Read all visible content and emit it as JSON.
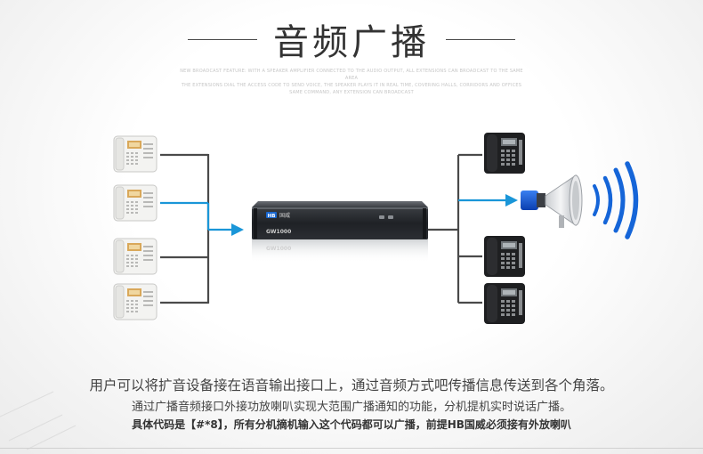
{
  "title": "音频广播",
  "subtitle_lines": [
    "NEW BROADCAST FEATURE: WITH A SPEAKER AMPLIFIER CONNECTED TO THE AUDIO OUTPUT, ALL EXTENSIONS CAN BROADCAST TO THE SAME AREA",
    "THE EXTENSIONS DIAL THE ACCESS CODE TO SEND VOICE, THE SPEAKER PLAYS IT IN REAL TIME, COVERING HALLS, CORRIDORS AND OFFICES",
    "SAME COMMAND, ANY EXTENSION CAN BROADCAST"
  ],
  "device": {
    "brand_badge": "HB",
    "brand_name": "国威",
    "model": "GW1000",
    "model_reflection": "GW1000"
  },
  "colors": {
    "accent_blue": "#1a96d8",
    "line_gray": "#4a4a4a",
    "wave_blue": "#1565d8"
  },
  "icons": {
    "left_phones": "white-desk-phone-icon",
    "right_phones": "black-desk-phone-icon",
    "speaker": "horn-speaker-icon",
    "waves": "sound-waves-icon"
  },
  "description": {
    "line1": "用户可以将扩音设备接在语音输出接口上，通过音频方式吧传播信息传送到各个角落。",
    "line2": "通过广播音频接口外接功放喇叭实现大范围广播通知的功能，分机提机实时说话广播。",
    "line3": "具体代码是【#*8】，所有分机摘机输入这个代码都可以广播，前提HB国威必须接有外放喇叭"
  }
}
